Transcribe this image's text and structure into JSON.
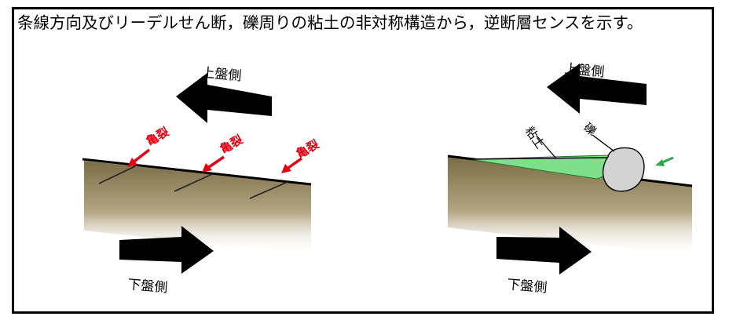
{
  "caption": "条線方向及びリーデルせん断，礫周りの粘土の非対称構造から，逆断層センスを示す。",
  "left_panel": {
    "hanging_wall": "上盤側",
    "footwall": "下盤側",
    "fractures": [
      "亀裂",
      "亀裂",
      "亀裂"
    ]
  },
  "right_panel": {
    "hanging_wall": "上盤側",
    "footwall": "下盤側",
    "clay": "粘土",
    "pebble": "礫"
  },
  "colors": {
    "fault_block": "#8a7d55",
    "clay": "#7ee08a",
    "pebble": "#d3d3d3",
    "fracture_label": "#e60012",
    "pointer_arrow": "#2aa84a"
  }
}
